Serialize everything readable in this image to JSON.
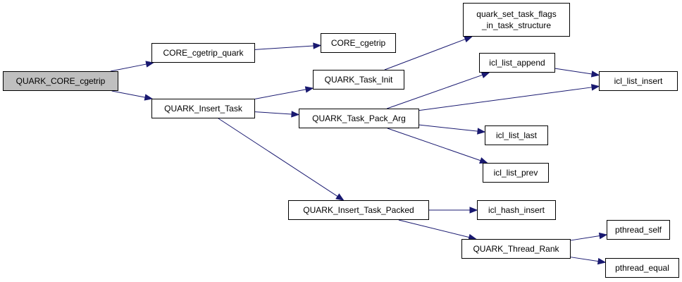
{
  "colors": {
    "edge": "#191970",
    "root_fill": "#bfbfbf",
    "node_fill": "#ffffff",
    "border": "#000000"
  },
  "nodes": {
    "root": "QUARK_CORE_cgetrip",
    "core_cgetrip_quark": "CORE_cgetrip_quark",
    "core_cgetrip": "CORE_cgetrip",
    "quark_insert_task": "QUARK_Insert_Task",
    "quark_task_init": "QUARK_Task_Init",
    "quark_set_task_flags": "quark_set_task_flags\n_in_task_structure",
    "quark_task_pack_arg": "QUARK_Task_Pack_Arg",
    "icl_list_append": "icl_list_append",
    "icl_list_insert": "icl_list_insert",
    "icl_list_last": "icl_list_last",
    "icl_list_prev": "icl_list_prev",
    "quark_insert_task_packed": "QUARK_Insert_Task_Packed",
    "icl_hash_insert": "icl_hash_insert",
    "quark_thread_rank": "QUARK_Thread_Rank",
    "pthread_self": "pthread_self",
    "pthread_equal": "pthread_equal"
  },
  "edges": [
    [
      "root",
      "core_cgetrip_quark"
    ],
    [
      "root",
      "quark_insert_task"
    ],
    [
      "core_cgetrip_quark",
      "core_cgetrip"
    ],
    [
      "quark_insert_task",
      "quark_task_init"
    ],
    [
      "quark_insert_task",
      "quark_task_pack_arg"
    ],
    [
      "quark_insert_task",
      "quark_insert_task_packed"
    ],
    [
      "quark_task_init",
      "quark_set_task_flags"
    ],
    [
      "quark_task_pack_arg",
      "icl_list_append"
    ],
    [
      "quark_task_pack_arg",
      "icl_list_insert"
    ],
    [
      "quark_task_pack_arg",
      "icl_list_last"
    ],
    [
      "quark_task_pack_arg",
      "icl_list_prev"
    ],
    [
      "icl_list_append",
      "icl_list_insert"
    ],
    [
      "quark_insert_task_packed",
      "icl_hash_insert"
    ],
    [
      "quark_insert_task_packed",
      "quark_thread_rank"
    ],
    [
      "quark_thread_rank",
      "pthread_self"
    ],
    [
      "quark_thread_rank",
      "pthread_equal"
    ]
  ]
}
